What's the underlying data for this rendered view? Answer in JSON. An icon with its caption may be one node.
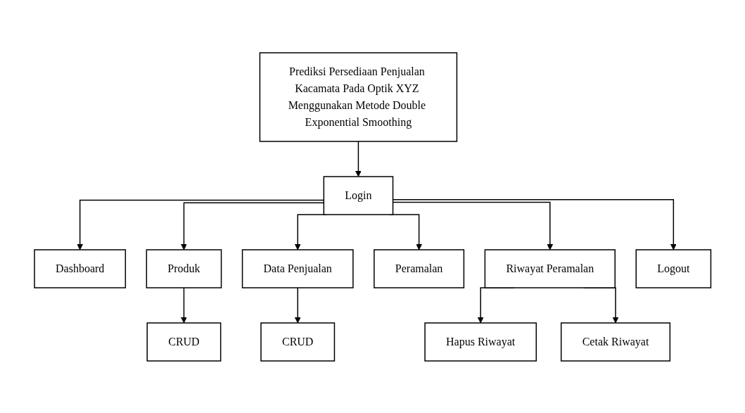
{
  "diagram": {
    "nodes": [
      {
        "text": [
          "Prediksi Persediaan Penjualan Kacamata Pada Optik XYZ Menggunakan Metode Double Exponential Smoothing"
        ]
      },
      {
        "text": [
          "Login"
        ]
      },
      {
        "text": [
          "Dashboard"
        ]
      },
      {
        "text": [
          "Produk"
        ]
      },
      {
        "text": [
          "Data Penjualan"
        ]
      },
      {
        "text": [
          "Peramalan"
        ]
      },
      {
        "text": [
          "Riwayat Peramalan"
        ]
      },
      {
        "text": [
          "Logout"
        ]
      },
      {
        "text": [
          "CRUD"
        ]
      },
      {
        "text": [
          "CRUD"
        ]
      },
      {
        "text": [
          "Hapus Riwayat"
        ]
      },
      {
        "text": [
          "Cetak Riwayat"
        ]
      }
    ],
    "edges": [
      {
        "from": 0,
        "to": 1,
        "arrow": "to"
      },
      {
        "from": 1,
        "to": 2,
        "arrow": "to"
      },
      {
        "from": 1,
        "to": 3,
        "arrow": "to"
      },
      {
        "from": 1,
        "to": 4,
        "arrow": "to"
      },
      {
        "from": 1,
        "to": 5,
        "arrow": "to"
      },
      {
        "from": 1,
        "to": 6,
        "arrow": "to"
      },
      {
        "from": 1,
        "to": 7,
        "arrow": "to"
      },
      {
        "from": 3,
        "to": 8,
        "arrow": "to"
      },
      {
        "from": 4,
        "to": 9,
        "arrow": "to"
      },
      {
        "from": 6,
        "to": 10,
        "arrow": "to"
      },
      {
        "from": 6,
        "to": 11,
        "arrow": "to"
      }
    ]
  }
}
